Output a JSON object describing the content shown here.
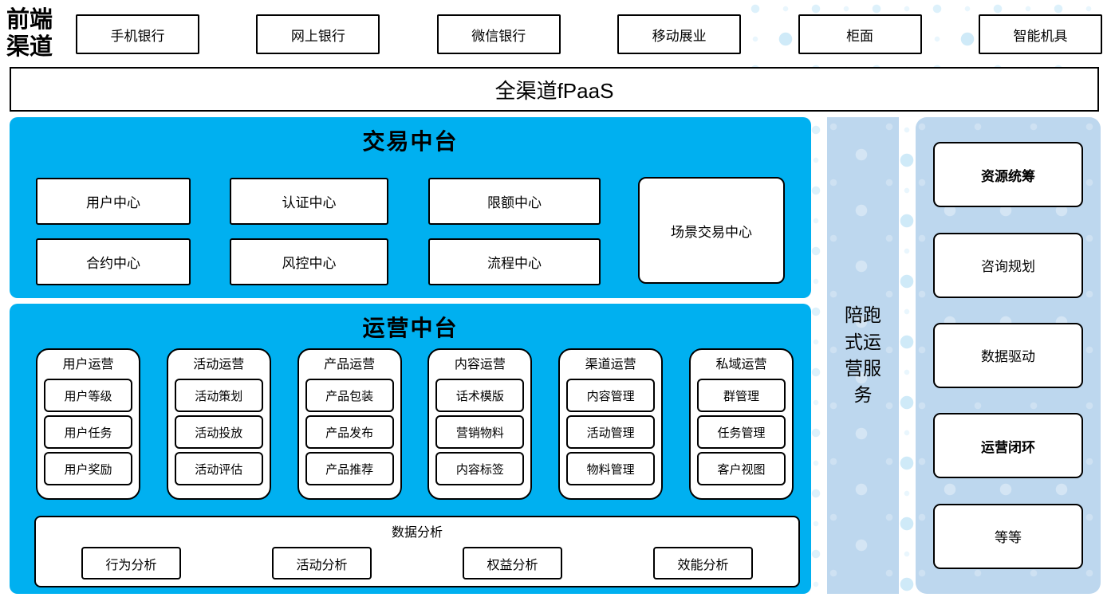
{
  "colors": {
    "accent": "#00B0F0",
    "panel_light": "#BDD7EE",
    "dot": "#D9F0FA"
  },
  "front_label": {
    "line1": "前端",
    "line2": "渠道"
  },
  "channels": [
    "手机银行",
    "网上银行",
    "微信银行",
    "移动展业",
    "柜面",
    "智能机具"
  ],
  "fpaas_label": "全渠道fPaaS",
  "trade_platform": {
    "title": "交易中台",
    "centers": [
      "用户中心",
      "认证中心",
      "限额中心",
      "合约中心",
      "风控中心",
      "流程中心"
    ],
    "scene_center": "场景交易中心"
  },
  "operation_platform": {
    "title": "运营中台",
    "groups": [
      {
        "title": "用户运营",
        "items": [
          "用户等级",
          "用户任务",
          "用户奖励"
        ]
      },
      {
        "title": "活动运营",
        "items": [
          "活动策划",
          "活动投放",
          "活动评估"
        ]
      },
      {
        "title": "产品运营",
        "items": [
          "产品包装",
          "产品发布",
          "产品推荐"
        ]
      },
      {
        "title": "内容运营",
        "items": [
          "话术模版",
          "营销物料",
          "内容标签"
        ]
      },
      {
        "title": "渠道运营",
        "items": [
          "内容管理",
          "活动管理",
          "物料管理"
        ]
      },
      {
        "title": "私域运营",
        "items": [
          "群管理",
          "任务管理",
          "客户视图"
        ]
      }
    ],
    "analysis": {
      "title": "数据分析",
      "items": [
        "行为分析",
        "活动分析",
        "权益分析",
        "效能分析"
      ]
    }
  },
  "side_service_label": "陪跑式运营服务",
  "support_services": {
    "items": [
      "资源统筹",
      "咨询规划",
      "数据驱动",
      "运营闭环",
      "等等"
    ]
  }
}
